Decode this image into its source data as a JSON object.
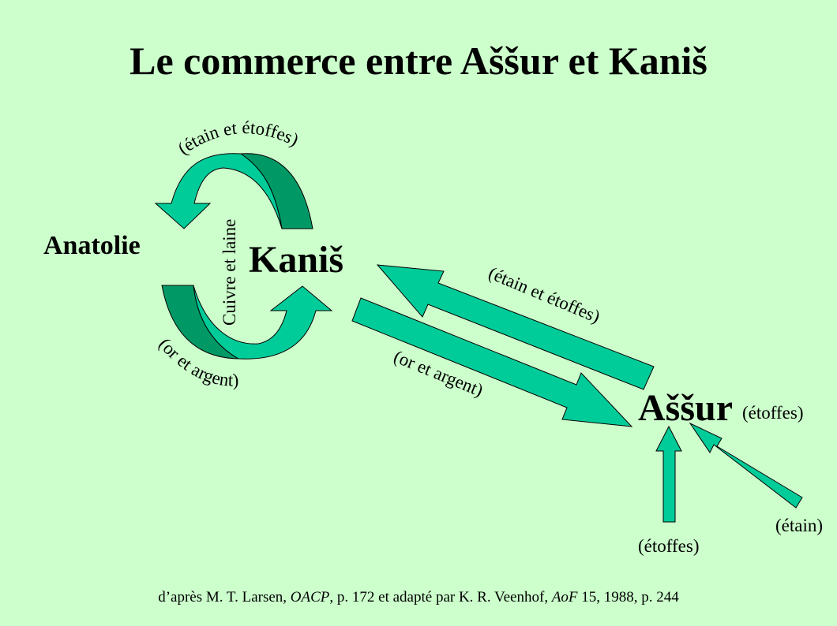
{
  "title": "Le commerce entre Aššur et Kaniš",
  "places": {
    "anatolie": "Anatolie",
    "kanis": "Kaniš",
    "assur": "Aššur",
    "assur_note": "(étoffes)"
  },
  "flows": {
    "cycle_top": "(étain et étoffes)",
    "cycle_bottom": "(or et argent)",
    "cycle_center": "Cuivre et laine",
    "to_kanis": "(étain et étoffes)",
    "to_assur": "(or et argent)",
    "etoffes_source": "(étoffes)",
    "etain_source": "(étain)"
  },
  "colors": {
    "background": "#ccffcc",
    "arrow_fill": "#00cc99",
    "arrow_shadow": "#009966",
    "outline": "#000000"
  },
  "citation": {
    "part1": "d’après M. T. Larsen, ",
    "work1": "OACP",
    "part2": ", p. 172 et adapté par K. R. Veenhof, ",
    "work2": "AoF",
    "part3": " 15, 1988, p. 244"
  }
}
